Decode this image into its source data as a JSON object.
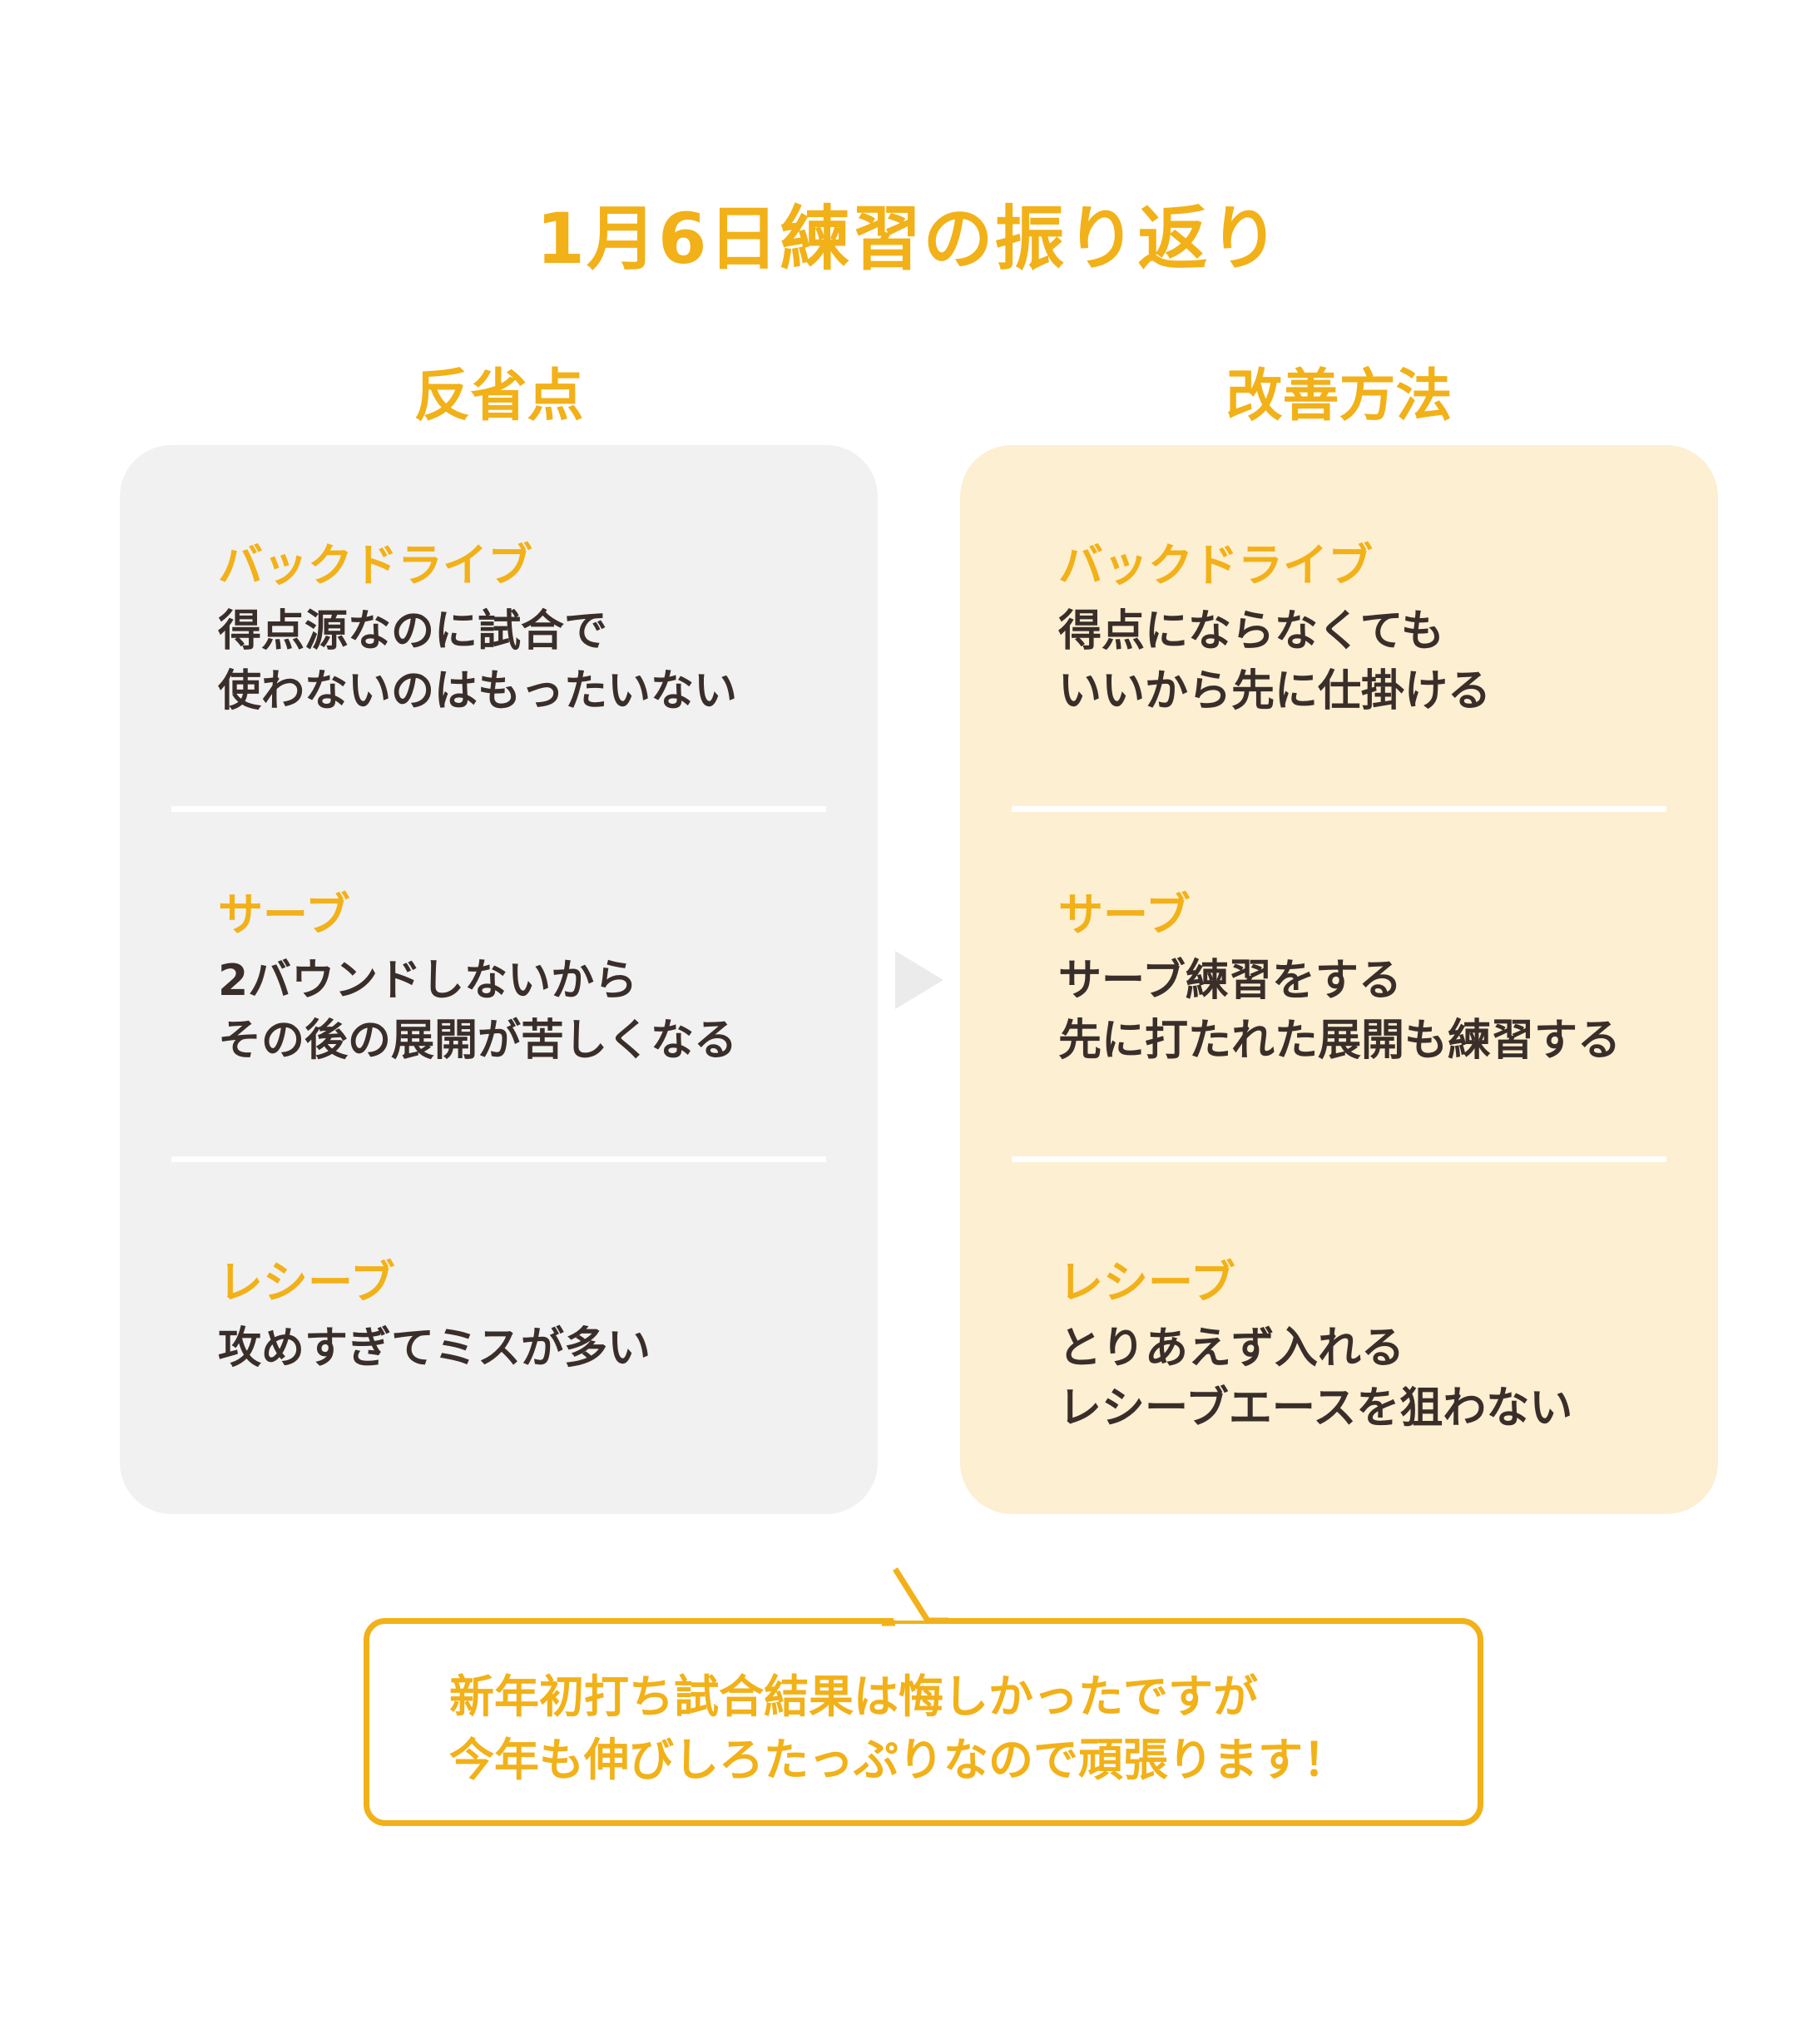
{
  "title": "1月6日練習の振り返り",
  "columns": {
    "left": {
      "heading": "反省点",
      "items": [
        {
          "label": "バックドライブ",
          "lines": [
            "得点源なのに試合で",
            "使わないのはもったいない"
          ]
        },
        {
          "label": "サーブ",
          "lines": [
            "2バウンドしないから",
            "その後の展開が苦しくなる"
          ]
        },
        {
          "label": "レシーブ",
          "lines": [
            "攻めすぎてミスが多い"
          ]
        }
      ]
    },
    "right": {
      "heading": "改善方法",
      "items": [
        {
          "label": "バックドライブ",
          "lines": [
            "得点にならなくても",
            "いいから先に仕掛ける"
          ]
        },
        {
          "label": "サーブ",
          "lines": [
            "サーブ練習をする",
            "先に打たれた展開も練習する"
          ]
        },
        {
          "label": "レシーブ",
          "lines": [
            "とりあえず入れる",
            "レシーブエースを狙わない"
          ]
        }
      ]
    }
  },
  "comment": {
    "lines": [
      "新年初打ち試合結果は悔しかったですが",
      "今年も伸びしろたっぷりなので頑張ります！"
    ]
  },
  "colors": {
    "accent": "#F2B118",
    "left_bg": "#F1F1F1",
    "right_bg": "#FDEFD2",
    "text": "#3A2E2A"
  }
}
